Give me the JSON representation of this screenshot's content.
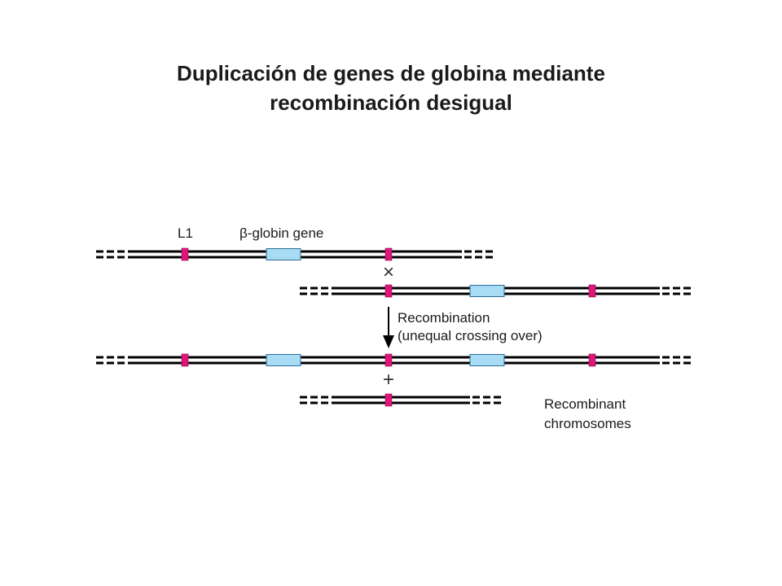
{
  "title": {
    "line1": "Duplicación de genes de globina mediante",
    "line2": "recombinación desigual"
  },
  "labels": {
    "l1": "L1",
    "gene_greek": "β",
    "gene_rest": "-globin gene",
    "cross_symbol": "×",
    "plus_symbol": "+",
    "step_line1": "Recombination",
    "step_line2": "(unequal crossing over)",
    "result_line1": "Recombinant",
    "result_line2": "chromosomes"
  },
  "colors": {
    "strand": "#000000",
    "l1_element": "#e0157a",
    "gene": "#a8dcf5",
    "gene_border": "#2c6c9a",
    "text": "#1a1a1a"
  }
}
